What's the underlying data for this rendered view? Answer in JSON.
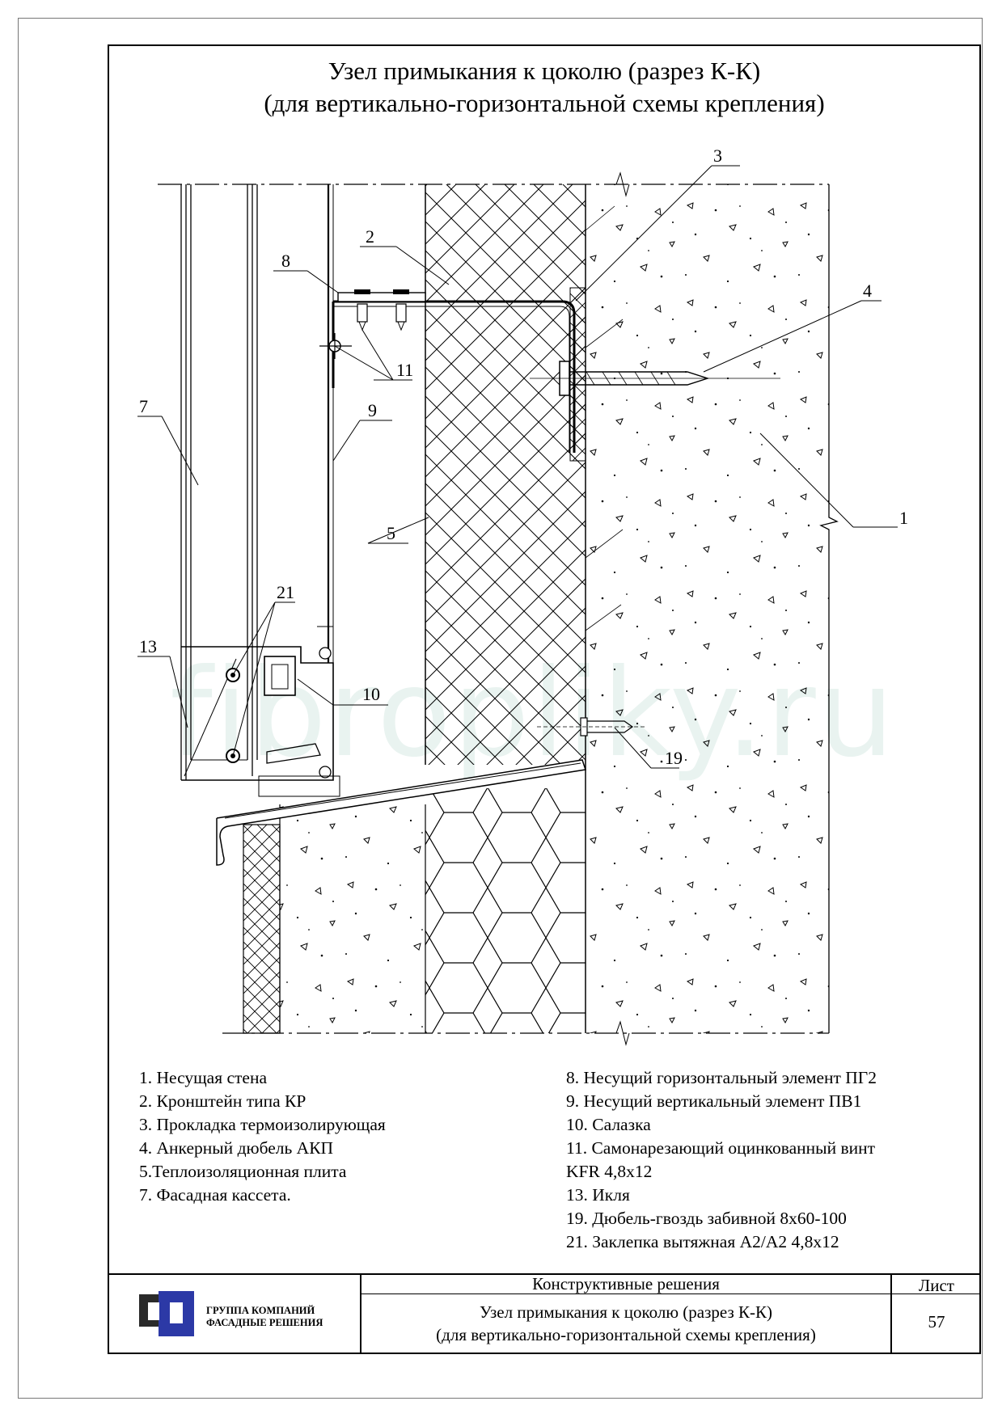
{
  "title": {
    "line1": "Узел примыкания к цоколю (разрез К-К)",
    "line2": "(для вертикально-горизонтальной схемы крепления)"
  },
  "callouts": {
    "c1": "1",
    "c2": "2",
    "c3": "3",
    "c4": "4",
    "c5": "5",
    "c7": "7",
    "c8": "8",
    "c9": "9",
    "c10": "10",
    "c11": "11",
    "c13": "13",
    "c19": "19",
    "c21": "21"
  },
  "watermark": "fibropliky.ru",
  "legend_left": [
    "1. Несущая стена",
    "2. Кронштейн типа КР",
    "3. Прокладка термоизолирующая",
    "4. Анкерный дюбель АКП",
    "5.Теплоизоляционная плита",
    "7. Фасадная кассета."
  ],
  "legend_right": [
    "8. Несущий горизонтальный элемент ПГ2",
    "9. Несущий вертикальный элемент ПВ1",
    "10. Салазка",
    "11. Самонарезающий оцинкованный винт",
    "KFR 4,8х12",
    "13. Икля",
    "19. Дюбель-гвоздь забивной 8х60-100",
    "21. Заклепка вытяжная А2/А2  4,8х12"
  ],
  "title_block": {
    "section": "Конструктивные решения",
    "sheet_label": "Лист",
    "sheet_number": "57",
    "name_line1": "Узел примыкания к цоколю (разрез К-К)",
    "name_line2": "(для вертикально-горизонтальной схемы крепления)",
    "company_line1": "ГРУППА КОМПАНИЙ",
    "company_line2": "ФАСАДНЫЕ РЕШЕНИЯ"
  },
  "colors": {
    "ink": "#000000",
    "logo_dark": "#2a2a2a",
    "logo_blue": "#2c39a6",
    "watermark": "#e9f3f0"
  }
}
